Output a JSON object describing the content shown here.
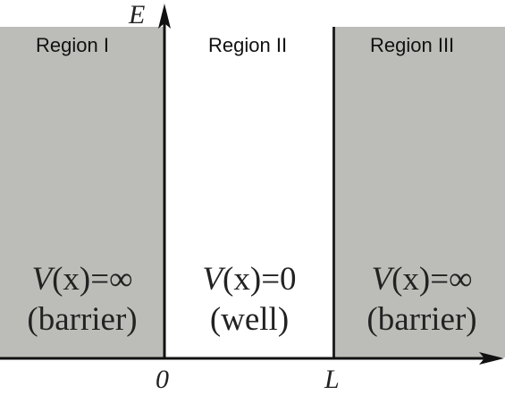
{
  "colors": {
    "barrier_fill": "#bcbdb8",
    "axis": "#111111"
  },
  "axis_labels": {
    "energy": "E",
    "origin": "0",
    "width": "L"
  },
  "regions": [
    {
      "title": "Region I",
      "potential_fn": "V",
      "potential_arg": "(x)",
      "potential_value": "=∞",
      "description": "(barrier)"
    },
    {
      "title": "Region II",
      "potential_fn": "V",
      "potential_arg": "(x)",
      "potential_value": "=0",
      "description": "(well)"
    },
    {
      "title": "Region III",
      "potential_fn": "V",
      "potential_arg": "(x)",
      "potential_value": "=∞",
      "description": "(barrier)"
    }
  ]
}
